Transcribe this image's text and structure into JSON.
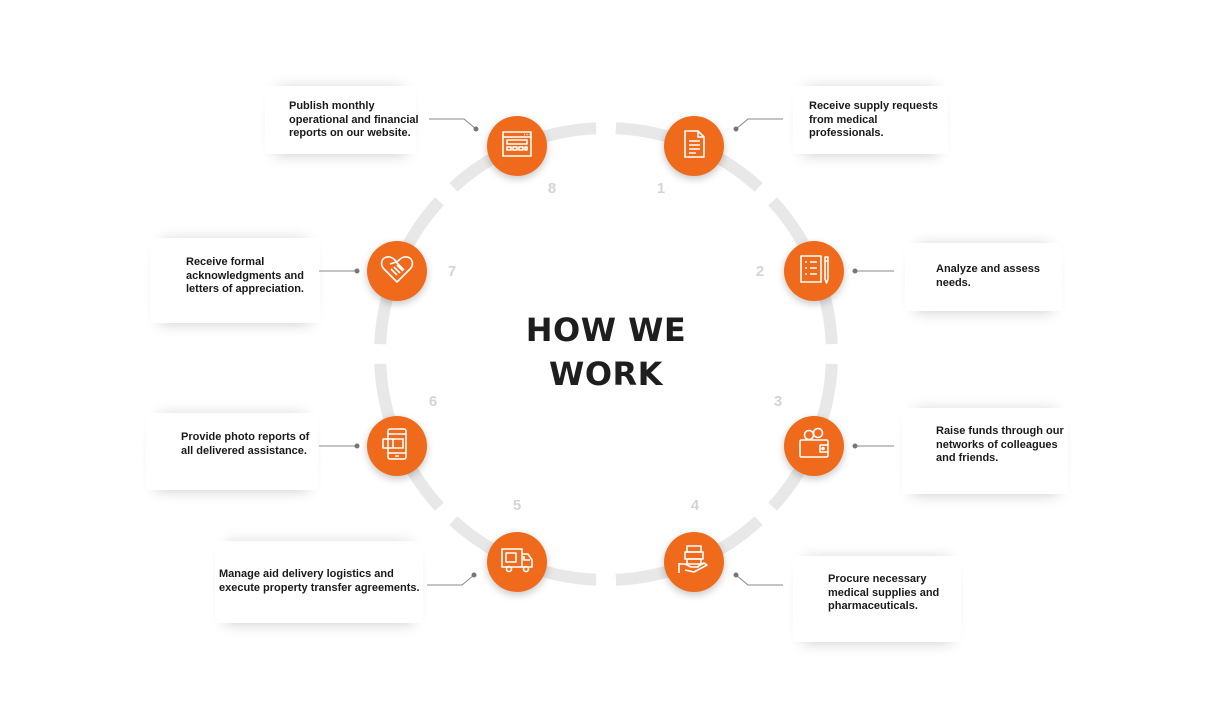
{
  "title_line1": "HOW WE",
  "title_line2": "WORK",
  "colors": {
    "accent": "#f06a1c",
    "ring": "#e8e8e8",
    "number": "#d4d4d4",
    "text": "#1a1a1a"
  },
  "steps": [
    {
      "number": "1",
      "text": "Receive supply requests\nfrom medical\nprofessionals.",
      "icon": "document-icon"
    },
    {
      "number": "2",
      "text": "Analyze and assess\nneeds.",
      "icon": "checklist-icon"
    },
    {
      "number": "3",
      "text": "Raise funds through our\nnetworks of colleagues\nand friends.",
      "icon": "wallet-icon"
    },
    {
      "number": "4",
      "text": "Procure necessary\nmedical supplies and\npharmaceuticals.",
      "icon": "hand-boxes-icon"
    },
    {
      "number": "5",
      "text": "Manage aid delivery logistics and\nexecute property transfer agreements.",
      "icon": "truck-icon"
    },
    {
      "number": "6",
      "text": "Provide photo reports of\nall delivered assistance.",
      "icon": "phone-photo-icon"
    },
    {
      "number": "7",
      "text": "Receive formal\nacknowledgments and\nletters of appreciation.",
      "icon": "handshake-heart-icon"
    },
    {
      "number": "8",
      "text": "Publish monthly\noperational and financial\nreports on our website.",
      "icon": "browser-icon"
    }
  ]
}
